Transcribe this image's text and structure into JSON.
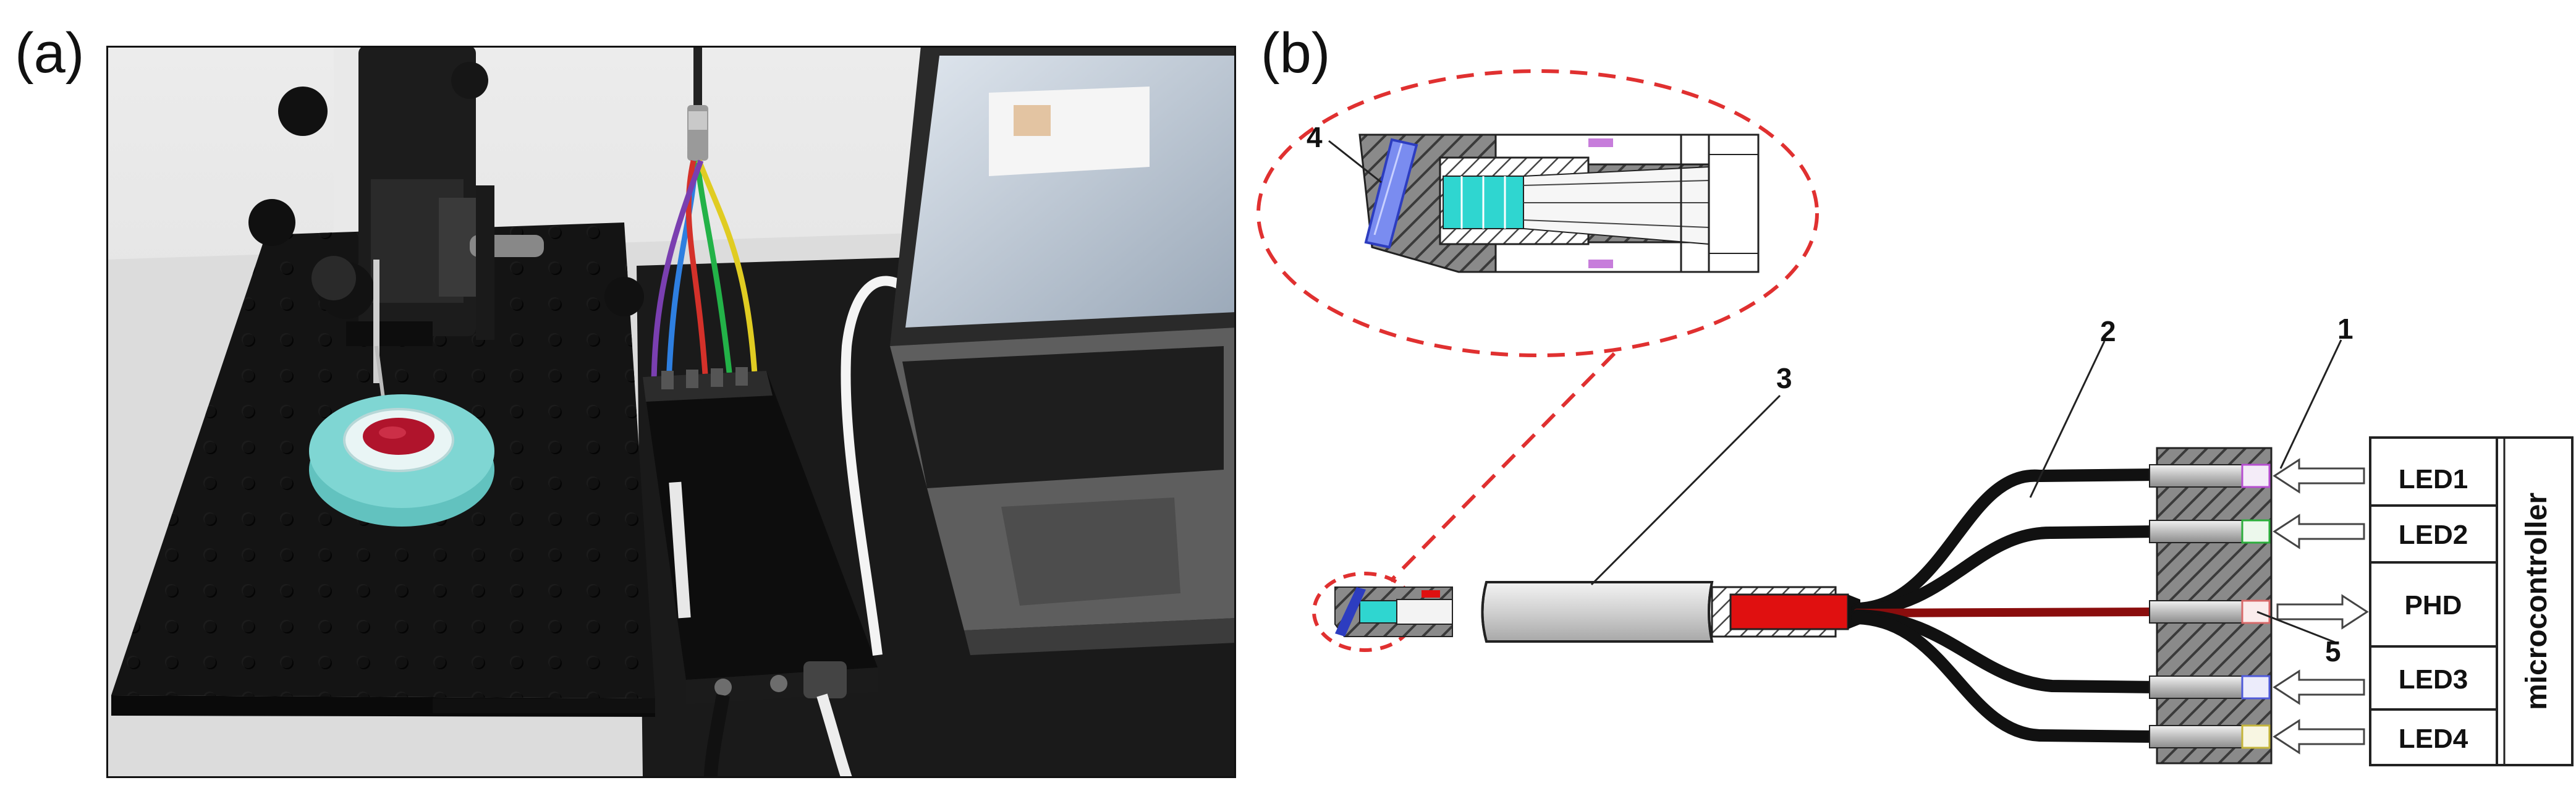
{
  "panels": {
    "a": "(a)",
    "b": "(b)"
  },
  "callouts": {
    "n1": "1",
    "n2": "2",
    "n3": "3",
    "n4": "4",
    "n5": "5"
  },
  "channels": [
    "LED1",
    "LED2",
    "PHD",
    "LED3",
    "LED4"
  ],
  "controller": "microcontroller",
  "colors": {
    "board": "#141414",
    "dish": "#7fd6d3",
    "sample": "#b0142c",
    "probe_tip_cyan": "#2fd6d0",
    "sheath_red": "#e01010",
    "callout_dash": "#e03030",
    "hatch": "#555555"
  }
}
